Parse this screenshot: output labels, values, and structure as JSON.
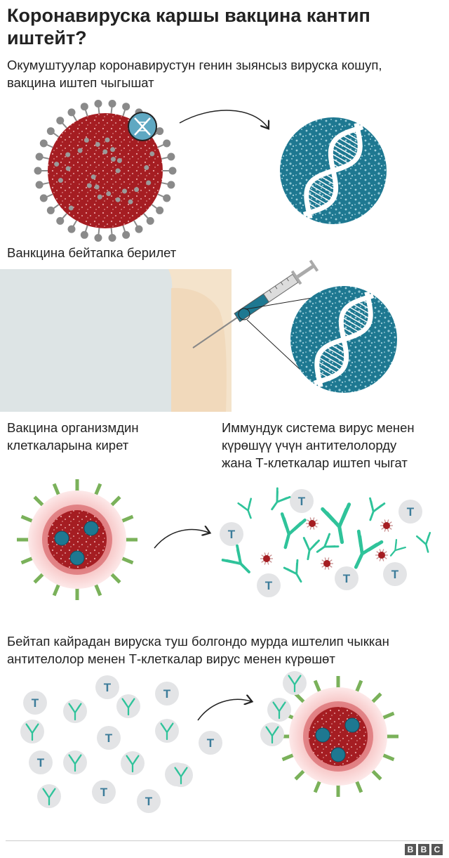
{
  "title_lines": [
    "Коронавируска каршы вакцина кантип",
    "иштейт?"
  ],
  "step1": {
    "lines": [
      "Окумуштуулар коронавирустун генин зыянсыз вируска кошуп,",
      "вакцина иштеп чыгышат"
    ]
  },
  "step2": {
    "lines": [
      "Ванкцина бейтапка берилет"
    ]
  },
  "step3": {
    "lines": [
      "Вакцина организмдин",
      "клеткаларына кирет"
    ]
  },
  "step4": {
    "lines": [
      "Иммундук система вирус менен",
      "күрөшүү үчүн антителолорду",
      "жана Т-клеткалар иштеп чыгат"
    ]
  },
  "step5": {
    "lines": [
      "Бейтап кайрадан вируска туш болгондо мурда иштелип чыккан",
      "антителолор менен Т-клеткалар вирус менен күрөшөт"
    ]
  },
  "t_cell_label": "T",
  "footer": {
    "brand": [
      "B",
      "B",
      "C"
    ]
  },
  "colors": {
    "virus_red": "#a51d22",
    "spike_gray": "#8a8a8a",
    "teal": "#1e7891",
    "antibody_green": "#2fc39a",
    "spike_green": "#7ab15a",
    "skin": "#f4e3cb",
    "shirt": "#dde4e5",
    "tcell_bg": "#e3e4e6",
    "tcell_text": "#3c7c9a"
  },
  "icons": [
    "dna-icon",
    "syringe-icon",
    "virus-icon",
    "antibody-icon",
    "t-cell-icon",
    "arrow-icon"
  ]
}
